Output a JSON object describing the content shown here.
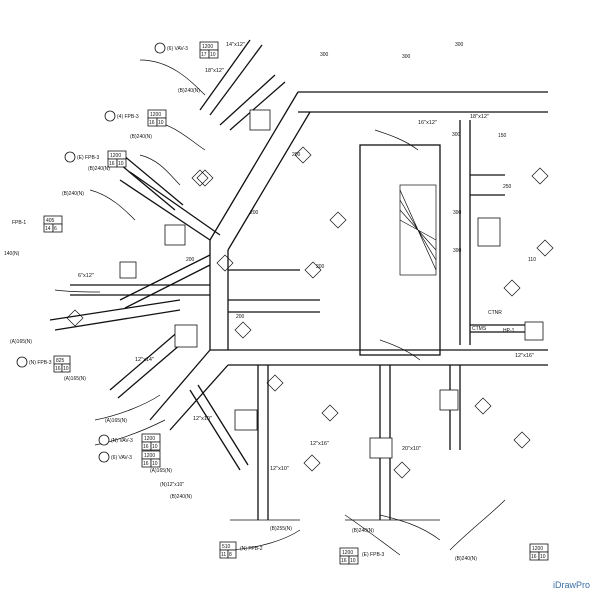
{
  "watermark": "iDrawPro",
  "colors": {
    "line": "#111111",
    "accent": "#3a6ea5"
  },
  "equipment_tags": [
    {
      "id": "vav3-top",
      "prefix": "(6) VAV-3",
      "cfm": "1200",
      "a": "17",
      "b": "10"
    },
    {
      "id": "fpb3-a",
      "prefix": "(4) FPB-3",
      "cfm": "1200",
      "a": "16",
      "b": "10"
    },
    {
      "id": "fpb3-b",
      "prefix": "(E) FPB-3",
      "cfm": "1200",
      "a": "16",
      "b": "10"
    },
    {
      "id": "fpb1-left",
      "prefix": "FPB-1",
      "cfm": "405",
      "a": "14",
      "b": "6"
    },
    {
      "id": "fpb3-c",
      "prefix": "(N) FPB-3",
      "cfm": "825",
      "a": "16",
      "b": "10"
    },
    {
      "id": "vav3-mid",
      "prefix": "(N) VAV-3",
      "cfm": "1200",
      "a": "16",
      "b": "10"
    },
    {
      "id": "vav3-low",
      "prefix": "(6) VAV-3",
      "cfm": "1200",
      "a": "16",
      "b": "10"
    },
    {
      "id": "fpb2-bottom",
      "prefix": "(N) FPB-2",
      "cfm": "510",
      "a": "11",
      "b": "8"
    },
    {
      "id": "fpb3-bottom",
      "prefix": "(E) FPB-3",
      "cfm": "1200",
      "a": "16",
      "b": "10"
    },
    {
      "id": "tag-br",
      "prefix": "",
      "cfm": "1200",
      "a": "16",
      "b": "10"
    }
  ],
  "diffuser_labels": [
    "(B)240(N)",
    "(B)240(N)",
    "(B)240(N)",
    "(B)240(N)",
    "140(N)",
    "(A)165(N)",
    "(A)165(N)",
    "(A)165(N)",
    "(A)165(N)",
    "(B)255(N)",
    "(B)240(N)",
    "(B)240(N)",
    "(N)12\"x10\"",
    "(B)240(N)"
  ],
  "duct_sizes": [
    "14\"x12\"",
    "18\"x12\"",
    "16\"x12\"",
    "6\"x12\"",
    "12\"x14\"",
    "12\"x10\"",
    "12\"x10\"",
    "12\"x16\"",
    "20\"x10\"",
    "12\"x16\"",
    "18\"x12\""
  ],
  "cfm_values": [
    "300",
    "300",
    "300",
    "250",
    "390",
    "390",
    "200",
    "200",
    "200",
    "200",
    "200",
    "110",
    "150",
    "300"
  ],
  "equipment_labels": {
    "hp": "HP-1",
    "ctr": "CTNR",
    "ctms": "CTMS"
  }
}
